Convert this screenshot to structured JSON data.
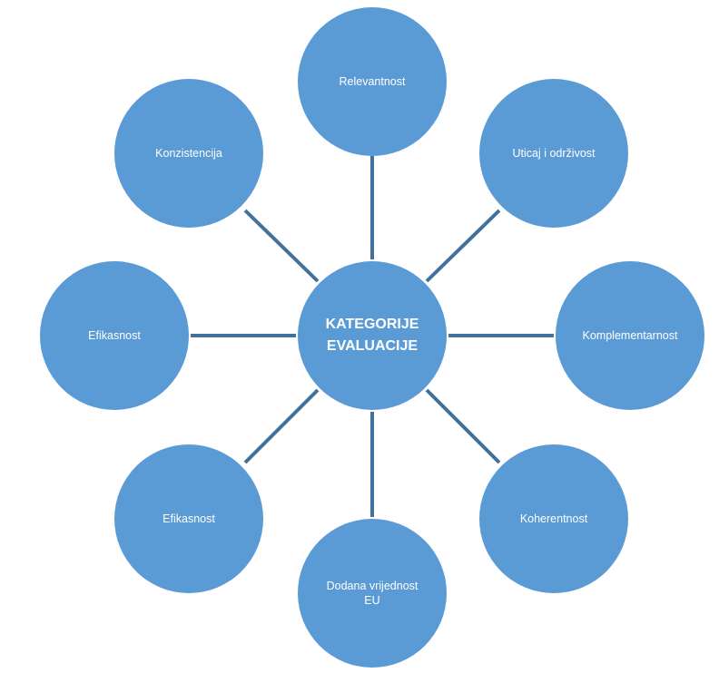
{
  "center": {
    "line1": "KATEGORIJE",
    "line2": "EVALUACIJE"
  },
  "nodes": [
    {
      "label": "Relevantnost"
    },
    {
      "label": "Uticaj i održivost"
    },
    {
      "label": "Komplementarnost"
    },
    {
      "label": "Koherentnost"
    },
    {
      "label": "Dodana vrijednost",
      "label2": "EU"
    },
    {
      "label": "Efikasnost"
    },
    {
      "label": "Efikasnost"
    },
    {
      "label": "Konzistencija"
    }
  ],
  "colors": {
    "node": "#5b9bd5",
    "connector": "#41719c",
    "text": "#ffffff"
  }
}
